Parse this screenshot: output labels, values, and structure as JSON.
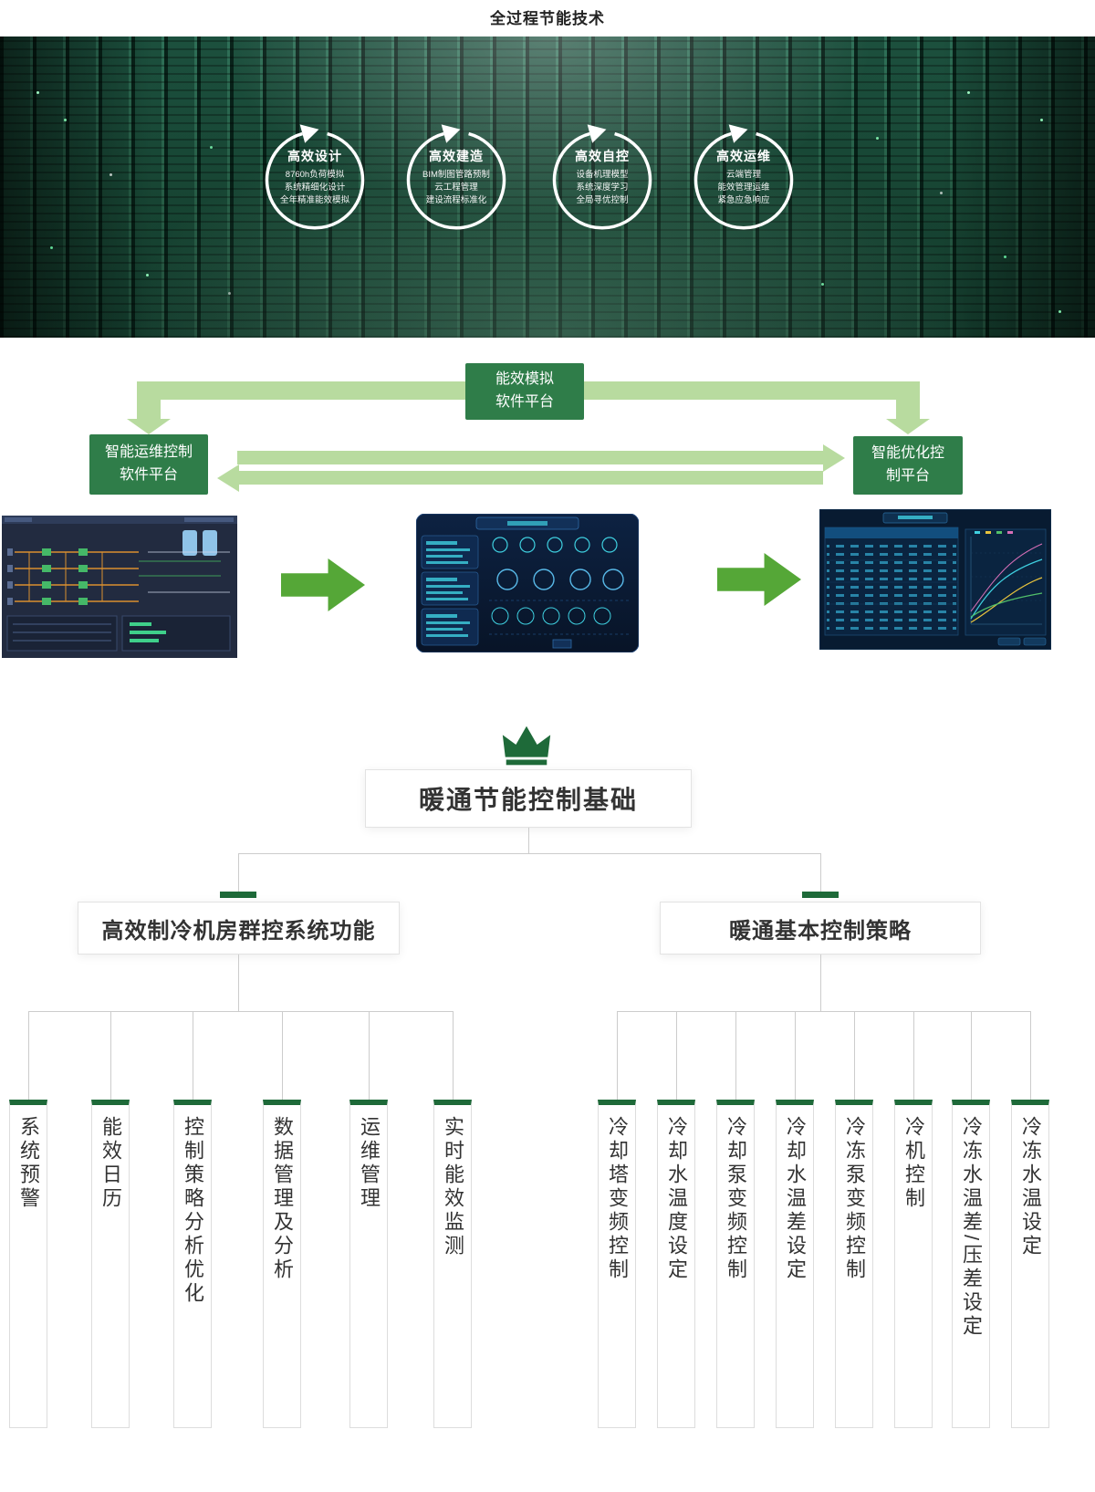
{
  "page": {
    "title": "全过程节能技术"
  },
  "banner": {
    "stages": [
      {
        "title": "高效设计",
        "lines": [
          "8760h负荷模拟",
          "系统精细化设计",
          "全年精准能效模拟"
        ]
      },
      {
        "title": "高效建造",
        "lines": [
          "BIM制图管路预制",
          "云工程管理",
          "建设流程标准化"
        ]
      },
      {
        "title": "高效自控",
        "lines": [
          "设备机理模型",
          "系统深度学习",
          "全局寻优控制"
        ]
      },
      {
        "title": "高效运维",
        "lines": [
          "云端管理",
          "能效管理运维",
          "紧急应急响应"
        ]
      }
    ]
  },
  "flow": {
    "simulation_platform": {
      "lines": [
        "能效模拟",
        "软件平台"
      ]
    },
    "ops_platform": {
      "lines": [
        "智能运维控制",
        "软件平台"
      ]
    },
    "optimize_platform": {
      "lines": [
        "智能优化控",
        "制平台"
      ]
    }
  },
  "hierarchy": {
    "root": "暖通节能控制基础",
    "branches": [
      {
        "label": "高效制冷机房群控系统功能",
        "leaves": [
          "系统预警",
          "能效日历",
          "控制策略分析优化",
          "数据管理及分析",
          "运维管理",
          "实时能效监测"
        ]
      },
      {
        "label": "暖通基本控制策略",
        "leaves": [
          "冷却塔变频控制",
          "冷却水温度设定",
          "冷却泵变频控制",
          "冷却水温差设定",
          "冷冻泵变频控制",
          "冷机控制",
          "冷冻水温差/压差设定",
          "冷冻水温设定"
        ]
      }
    ]
  },
  "colors": {
    "dark_green": "#1e6a39",
    "box_green": "#2f7d49",
    "light_arrow": "#b8db9f",
    "block_arrow": "#55a737"
  }
}
